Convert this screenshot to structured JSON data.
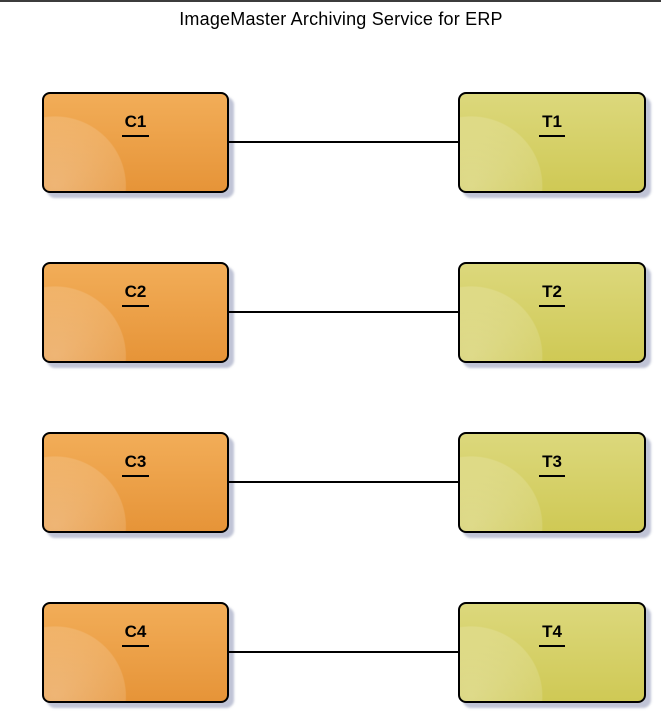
{
  "title": "ImageMaster Archiving Service for ERP",
  "rows": [
    {
      "left": "C1",
      "right": "T1"
    },
    {
      "left": "C2",
      "right": "T2"
    },
    {
      "left": "C3",
      "right": "T3"
    },
    {
      "left": "C4",
      "right": "T4"
    }
  ],
  "colors": {
    "left-node-top": "#f2ad58",
    "left-node-bottom": "#e69438",
    "right-node-top": "#dcd87c",
    "right-node-bottom": "#cfc955",
    "node-border": "#000000",
    "connector": "#000000",
    "title-text": "#000000",
    "top-rule": "#3c3c3c"
  }
}
